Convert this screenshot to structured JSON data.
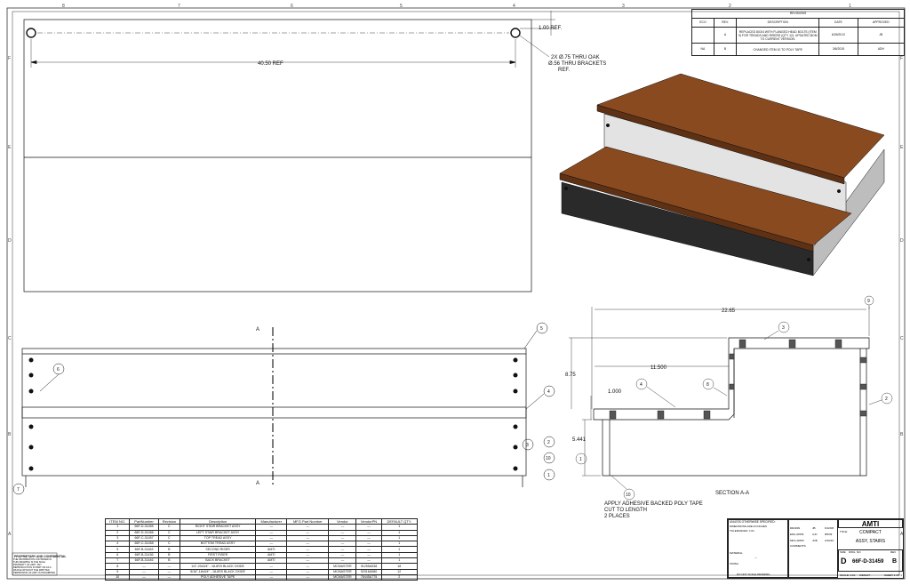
{
  "zones": {
    "columns": [
      "8",
      "7",
      "6",
      "5",
      "4",
      "3",
      "2",
      "1"
    ],
    "rows": [
      "F",
      "E",
      "D",
      "C",
      "B",
      "A"
    ]
  },
  "top_view": {
    "dim_offset": "1.00 REF.",
    "dim_length": "40.50 REF",
    "hole_note_1": "2X Ø.75 THRU OAK",
    "hole_note_2": "Ø.56 THRU BRACKETS",
    "hole_note_3": "REF."
  },
  "front_view": {
    "section_label_top": "A",
    "section_label_bottom": "A",
    "balloons": [
      "6",
      "5",
      "4",
      "3",
      "2",
      "10",
      "1",
      "7"
    ]
  },
  "section_view": {
    "dim_overall": "22.65",
    "dim_step": "11.500",
    "dim_height": "8.75",
    "dim_tread": "1.000",
    "dim_lower": "5.441",
    "title": "SECTION A-A",
    "note_1": "APPLY ADHESIVE BACKED POLY TAPE",
    "note_2": "CUT TO LENGTH",
    "note_3": "2 PLACES",
    "balloons": [
      "3",
      "4",
      "8",
      "9",
      "2",
      "1",
      "10"
    ]
  },
  "revisions": {
    "title": "REVISIONS",
    "headers": [
      "ECO",
      "REV.",
      "DESCRIPTION",
      "DATE",
      "APPROVED"
    ],
    "rows": [
      {
        "eco": "",
        "rev": "A",
        "desc": "REPLACED 8X3/4 WITH FLANGED HEAD BOLTS (ITEM 9) FOR TREADS AND RISERS (QTY 12). UPDATED BOM TO CURRENT VERSION.",
        "date": "6/26/2012",
        "approved": "JB"
      },
      {
        "eco": "NA",
        "rev": "B",
        "desc": "CHANGED ITEM 10 TO POLY TAPE",
        "date": "3/6/2015",
        "approved": "ADH"
      }
    ]
  },
  "bom": {
    "headers": [
      "ITEM NO.",
      "PartNumber",
      "Revision",
      "Description",
      "Manufacturer",
      "MFG Part Number",
      "Vendor",
      "VendorPN",
      "DEFAULT QTY."
    ],
    "rows": [
      [
        "1",
        "66F-D-31455",
        "C",
        "RIGHT STAIR BRACKET ASSY",
        "—",
        "—",
        "—",
        "—",
        "1"
      ],
      [
        "2",
        "66F-D-31456",
        "C",
        "LEFT STAIR BRACKET ASSY",
        "—",
        "—",
        "—",
        "—",
        "1"
      ],
      [
        "3",
        "66F-C-31457",
        "C",
        "TOP TREAD ASSY",
        "—",
        "—",
        "—",
        "—",
        "1"
      ],
      [
        "4",
        "66F-C-31458",
        "C",
        "BOTTOM TREAD ASSY",
        "—",
        "—",
        "—",
        "—",
        "1"
      ],
      [
        "5",
        "66F-B-31463",
        "B",
        "SECOND RISER",
        "AMTI",
        "—",
        "—",
        "—",
        "1"
      ],
      [
        "6",
        "66F-B-31436",
        "B",
        "FIRST RISER",
        "AMTI",
        "—",
        "—",
        "—",
        "1"
      ],
      [
        "7",
        "66F-B-31446",
        "B",
        "BACK BRACKET",
        "AMTI",
        "—",
        "—",
        "—",
        "1"
      ],
      [
        "8",
        "—",
        "—",
        "1/4\"-20x3/4\" - 18-8SS BLACK OXIDE",
        "—",
        "—",
        "MCMASTER",
        "91255A538",
        "18"
      ],
      [
        "9",
        "—",
        "—",
        "5/16\"-18x3/4\" - 18-8SS BLACK OXIDE",
        "—",
        "—",
        "MCMASTER",
        "92316A580",
        "12"
      ],
      [
        "10",
        "—",
        "—",
        "POLY ADHESIVE TAPE",
        "—",
        "—",
        "MCMASTER",
        "76445A775",
        "2"
      ]
    ]
  },
  "proprietary": {
    "title": "PROPRIETARY AND CONFIDENTIAL",
    "body": "THE INFORMATION CONTAINED IN THIS DRAWING IS THE SOLE PROPERTY OF AMTI. ANY REPRODUCTION IN PART OR AS A WHOLE WITHOUT THE WRITTEN PERMISSION OF AMTI IS PROHIBITED."
  },
  "title_block": {
    "unless": "UNLESS OTHERWISE SPECIFIED:",
    "dims": "DIMENSIONS ARE IN INCHES",
    "tolerances": "TOLERANCES: ±.01",
    "drawn_label": "DRAWN",
    "drawn_name": "JB",
    "drawn_date": "6/12/08",
    "checked_label": "ENG APPR.",
    "checked_name": "AJC",
    "checked_date": "8/5/09",
    "mfg_label": "MFG APPR.",
    "mfg_name": "JCB",
    "mfg_date": "2/16/10",
    "comments": "COMMENTS:",
    "finish": "FINISH",
    "material": "MATERIAL",
    "material_value": "—",
    "do_not_scale": "DO NOT SCALE DRAWING",
    "company": "AMTI",
    "title_label": "TITLE:",
    "title_1": "COMPACT",
    "title_2": "ASSY, STAIRS",
    "size_label": "SIZE",
    "size": "D",
    "dwg_label": "DWG. NO.",
    "dwg_no": "66F-D-31459",
    "rev_label": "REV",
    "rev": "B",
    "scale": "SCALE: 1:10",
    "weight": "WEIGHT:",
    "sheet": "SHEET 1 OF 1"
  },
  "colors": {
    "wood": "#8a4a1f",
    "riser": "#e3e3e3",
    "panel": "#2a2a2a",
    "line": "#111111"
  }
}
